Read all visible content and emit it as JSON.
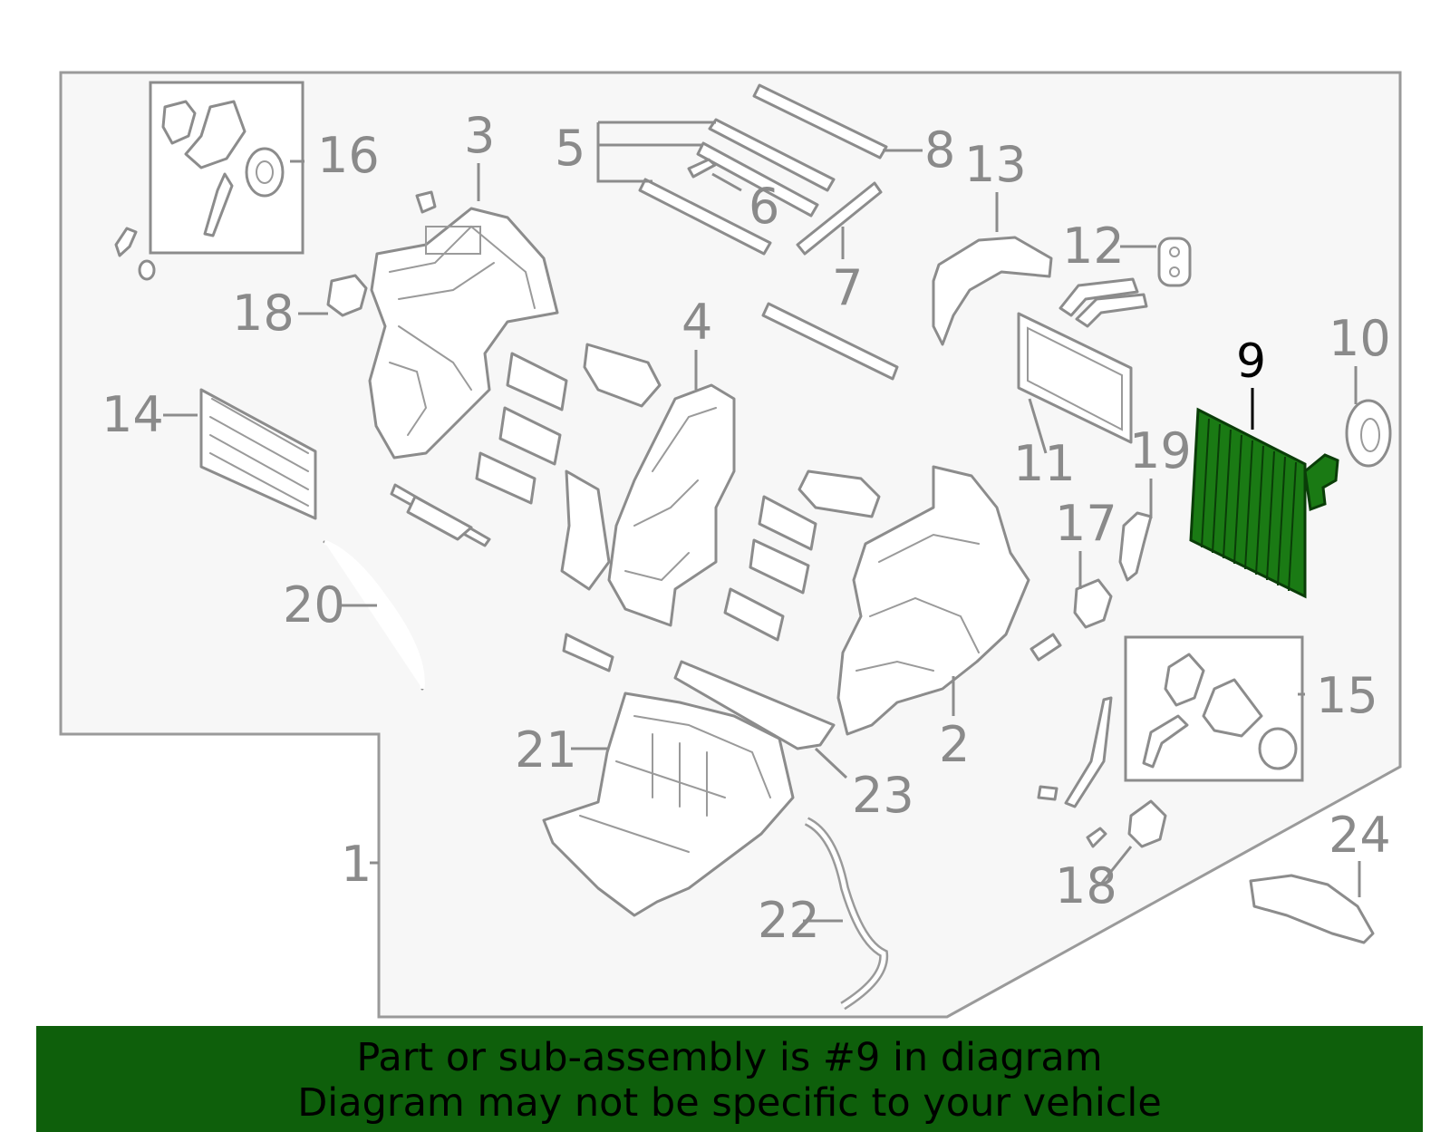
{
  "diagram": {
    "highlight_color": "#1a7a14",
    "line_color": "#8c8c8c",
    "background_color": "#f7f7f7",
    "callouts": [
      {
        "id": "1",
        "label": "1"
      },
      {
        "id": "2",
        "label": "2"
      },
      {
        "id": "3",
        "label": "3"
      },
      {
        "id": "4",
        "label": "4"
      },
      {
        "id": "5",
        "label": "5"
      },
      {
        "id": "6",
        "label": "6"
      },
      {
        "id": "7",
        "label": "7"
      },
      {
        "id": "8",
        "label": "8"
      },
      {
        "id": "9",
        "label": "9"
      },
      {
        "id": "10",
        "label": "10"
      },
      {
        "id": "11",
        "label": "11"
      },
      {
        "id": "12",
        "label": "12"
      },
      {
        "id": "13",
        "label": "13"
      },
      {
        "id": "14",
        "label": "14"
      },
      {
        "id": "15",
        "label": "15"
      },
      {
        "id": "16",
        "label": "16"
      },
      {
        "id": "17",
        "label": "17"
      },
      {
        "id": "18a",
        "label": "18"
      },
      {
        "id": "18b",
        "label": "18"
      },
      {
        "id": "19",
        "label": "19"
      },
      {
        "id": "20",
        "label": "20"
      },
      {
        "id": "21",
        "label": "21"
      },
      {
        "id": "22",
        "label": "22"
      },
      {
        "id": "23",
        "label": "23"
      },
      {
        "id": "24",
        "label": "24"
      }
    ],
    "highlighted_part": "9"
  },
  "banner": {
    "line1": "Part or sub-assembly is #9 in diagram",
    "line2": "Diagram may not be specific to your vehicle",
    "color": "#0e5f0b"
  }
}
